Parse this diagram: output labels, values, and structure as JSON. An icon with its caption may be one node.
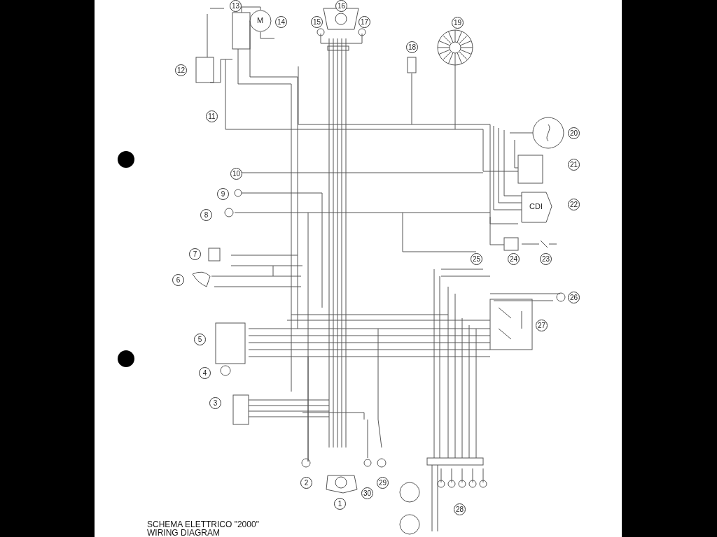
{
  "diagram": {
    "title": "SCHEMA ELETTRICO \"2000\"",
    "caption": "WIRING DIAGRAM",
    "labels": [
      "13",
      "16",
      "14",
      "15",
      "17",
      "19",
      "18",
      "12",
      "11",
      "20",
      "21",
      "10",
      "9",
      "22",
      "8",
      "7",
      "25",
      "24",
      "23",
      "6",
      "26",
      "27",
      "5",
      "4",
      "3",
      "2",
      "29",
      "30",
      "1",
      "28",
      "M",
      "CDI"
    ]
  }
}
